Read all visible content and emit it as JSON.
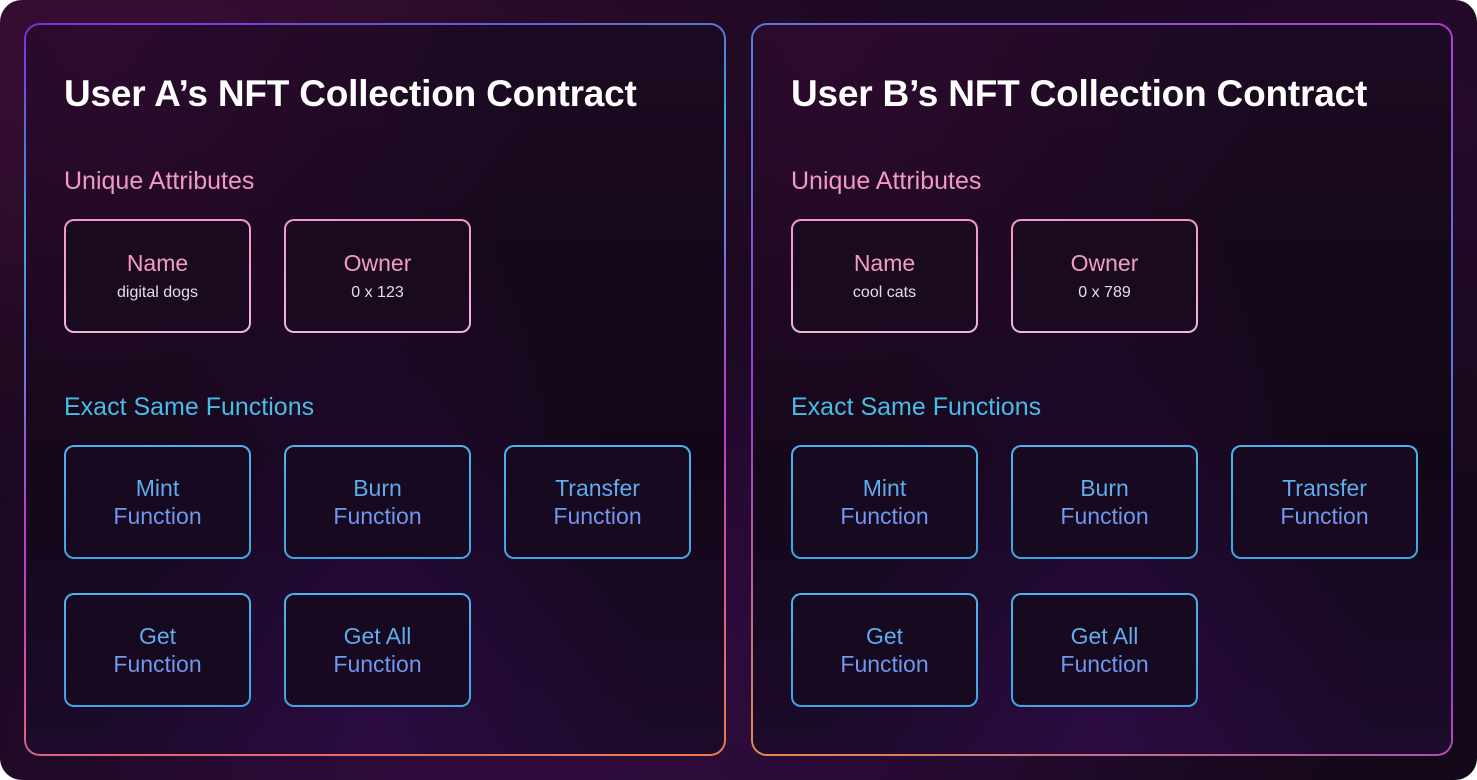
{
  "panels": [
    {
      "title": "User A’s NFT Collection Contract",
      "attributes_label": "Unique Attributes",
      "attributes": [
        {
          "title": "Name",
          "value": "digital dogs"
        },
        {
          "title": "Owner",
          "value": "0 x 123"
        }
      ],
      "functions_label": "Exact Same Functions",
      "functions": [
        {
          "line1": "Mint",
          "line2": "Function"
        },
        {
          "line1": "Burn",
          "line2": "Function"
        },
        {
          "line1": "Transfer",
          "line2": "Function"
        },
        {
          "line1": "Get",
          "line2": "Function"
        },
        {
          "line1": "Get All",
          "line2": "Function"
        }
      ]
    },
    {
      "title": "User B’s NFT Collection Contract",
      "attributes_label": "Unique Attributes",
      "attributes": [
        {
          "title": "Name",
          "value": "cool cats"
        },
        {
          "title": "Owner",
          "value": "0 x 789"
        }
      ],
      "functions_label": "Exact Same Functions",
      "functions": [
        {
          "line1": "Mint",
          "line2": "Function"
        },
        {
          "line1": "Burn",
          "line2": "Function"
        },
        {
          "line1": "Transfer",
          "line2": "Function"
        },
        {
          "line1": "Get",
          "line2": "Function"
        },
        {
          "line1": "Get All",
          "line2": "Function"
        }
      ]
    }
  ],
  "colors": {
    "background": "#140818",
    "attribute_accent": "#f49dc4",
    "function_accent": "#46bde6",
    "title": "#ffffff"
  }
}
